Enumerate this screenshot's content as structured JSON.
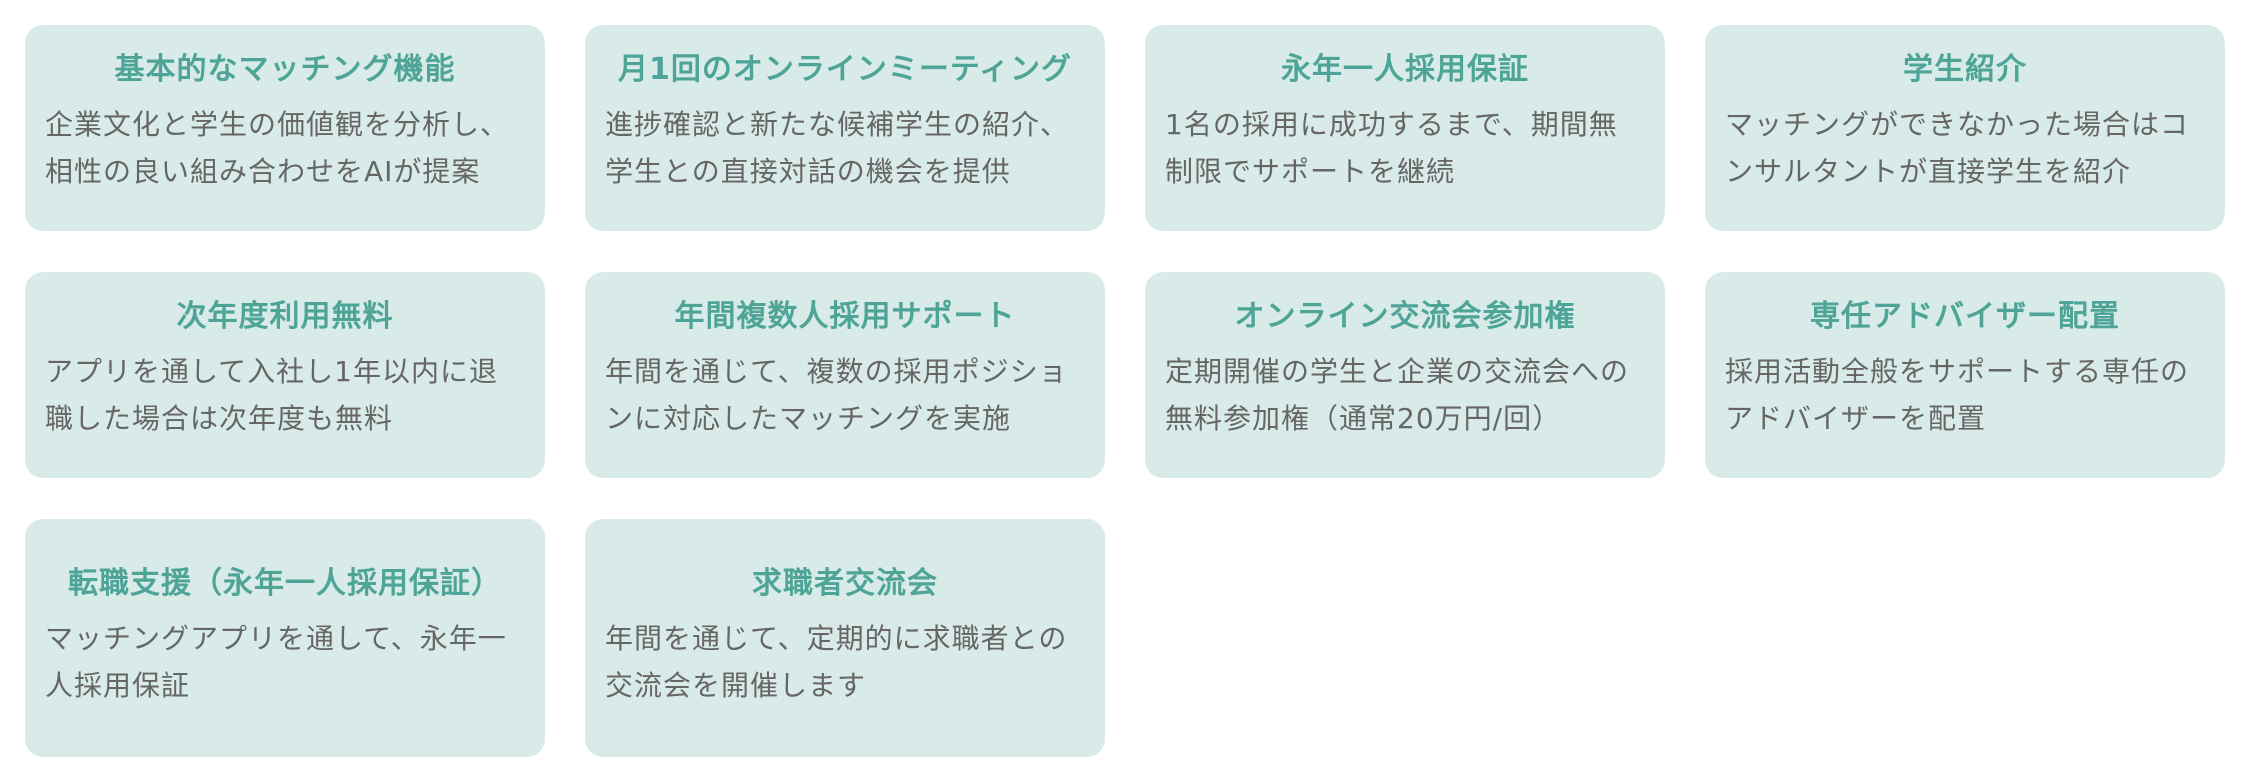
{
  "features": [
    {
      "title": "基本的なマッチング機能",
      "description": "企業文化と学生の価値観を分析し、相性の良い組み合わせをAIが提案"
    },
    {
      "title": "月1回のオンラインミーティング",
      "description": "進捗確認と新たな候補学生の紹介、学生との直接対話の機会を提供"
    },
    {
      "title": "永年一人採用保証",
      "description": "1名の採用に成功するまで、期間無制限でサポートを継続"
    },
    {
      "title": "学生紹介",
      "description": "マッチングができなかった場合はコンサルタントが直接学生を紹介"
    },
    {
      "title": "次年度利用無料",
      "description": "アプリを通して入社し1年以内に退職した場合は次年度も無料"
    },
    {
      "title": "年間複数人採用サポート",
      "description": "年間を通じて、複数の採用ポジションに対応したマッチングを実施"
    },
    {
      "title": "オンライン交流会参加権",
      "description": "定期開催の学生と企業の交流会への無料参加権（通常20万円/回）"
    },
    {
      "title": "専任アドバイザー配置",
      "description": "採用活動全般をサポートする専任のアドバイザーを配置"
    },
    {
      "title": "転職支援（永年一人採用保証）",
      "description": "マッチングアプリを通して、永年一人採用保証"
    },
    {
      "title": "求職者交流会",
      "description": "年間を通じて、定期的に求職者との交流会を開催します"
    }
  ]
}
